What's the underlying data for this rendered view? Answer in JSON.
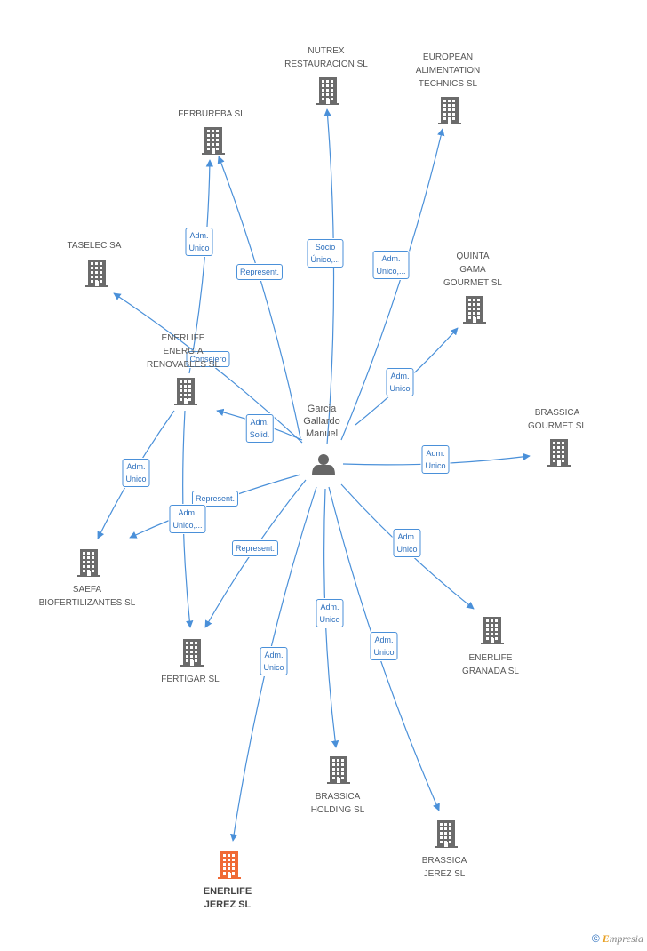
{
  "person": {
    "name": "Garcia\nGallardo\nManuel",
    "icon": "person-icon"
  },
  "colors": {
    "edge": "#4a90d9",
    "building": "#6b6b6b",
    "highlight": "#f06a35"
  },
  "nodes": [
    {
      "id": "nutrex",
      "label": "NUTREX\nRESTAURACION SL",
      "highlight": false
    },
    {
      "id": "european",
      "label": "EUROPEAN\nALIMENTATION\nTECHNICS SL",
      "highlight": false
    },
    {
      "id": "ferbureba",
      "label": "FERBUREBA SL",
      "highlight": false
    },
    {
      "id": "taselec",
      "label": "TASELEC SA",
      "highlight": false
    },
    {
      "id": "quinta",
      "label": "QUINTA\nGAMA\nGOURMET SL",
      "highlight": false
    },
    {
      "id": "enerlife_renov",
      "label": "ENERLIFE\nENERGIA\nRENOVABLES SL",
      "highlight": false
    },
    {
      "id": "brassica_gourmet",
      "label": "BRASSICA\nGOURMET SL",
      "highlight": false
    },
    {
      "id": "saefa",
      "label": "SAEFA\nBIOFERTILIZANTES SL",
      "highlight": false
    },
    {
      "id": "fertigar",
      "label": "FERTIGAR SL",
      "highlight": false
    },
    {
      "id": "enerlife_granada",
      "label": "ENERLIFE\nGRANADA SL",
      "highlight": false
    },
    {
      "id": "brassica_holding",
      "label": "BRASSICA\nHOLDING SL",
      "highlight": false
    },
    {
      "id": "brassica_jerez",
      "label": "BRASSICA\nJEREZ SL",
      "highlight": false
    },
    {
      "id": "enerlife_jerez",
      "label": "ENERLIFE\nJEREZ SL",
      "highlight": true
    }
  ],
  "edges": [
    {
      "from": "person",
      "to": "nutrex",
      "label": "Socio\nÚnico,..."
    },
    {
      "from": "person",
      "to": "european",
      "label": "Adm.\nUnico,..."
    },
    {
      "from": "person",
      "to": "ferbureba",
      "label": "Represent."
    },
    {
      "from": "enerlife_renov",
      "to": "ferbureba",
      "label": "Adm.\nUnico"
    },
    {
      "from": "person",
      "to": "taselec",
      "label": "Consejero"
    },
    {
      "from": "person",
      "to": "quinta",
      "label": "Adm.\nUnico"
    },
    {
      "from": "person",
      "to": "enerlife_renov",
      "label": "Adm.\nSolid."
    },
    {
      "from": "person",
      "to": "brassica_gourmet",
      "label": "Adm.\nUnico"
    },
    {
      "from": "enerlife_renov",
      "to": "saefa",
      "label": "Adm.\nUnico"
    },
    {
      "from": "person",
      "to": "saefa",
      "label": "Represent."
    },
    {
      "from": "enerlife_renov",
      "to": "fertigar",
      "label": "Adm.\nUnico,..."
    },
    {
      "from": "person",
      "to": "fertigar",
      "label": "Represent."
    },
    {
      "from": "person",
      "to": "enerlife_granada",
      "label": "Adm.\nUnico"
    },
    {
      "from": "person",
      "to": "brassica_holding",
      "label": "Adm.\nUnico"
    },
    {
      "from": "person",
      "to": "brassica_jerez",
      "label": "Adm.\nUnico"
    },
    {
      "from": "person",
      "to": "enerlife_jerez",
      "label": "Adm.\nUnico"
    }
  ],
  "watermark": {
    "copyright": "©",
    "brand_initial": "E",
    "brand_rest": "mpresia"
  }
}
